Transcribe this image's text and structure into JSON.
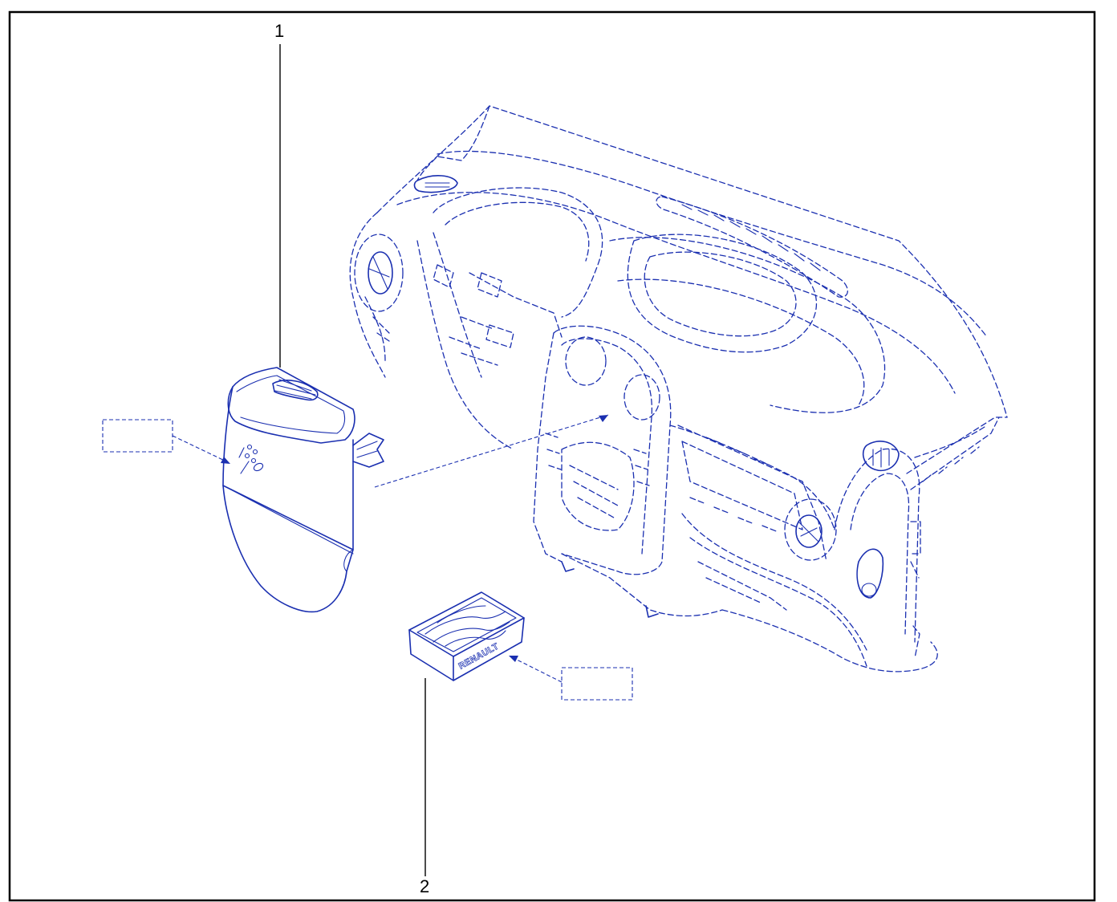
{
  "callouts": {
    "part_1": "1",
    "part_2": "2"
  },
  "brand_text": "RENAULT",
  "colors": {
    "line": "#1a2fb0",
    "frame": "#000000",
    "background": "#ffffff"
  }
}
